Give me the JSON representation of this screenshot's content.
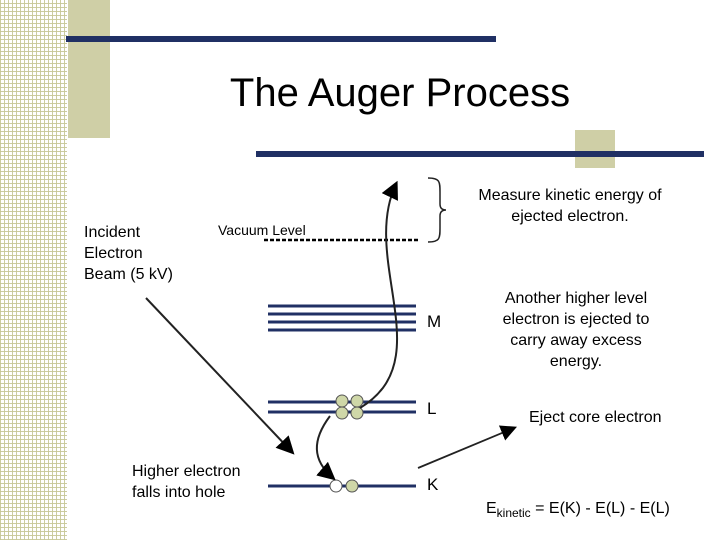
{
  "slide": {
    "title": "The Auger Process",
    "colors": {
      "bar": "#203064",
      "accent_block": "#cfcfa6",
      "grid": "#c6c696",
      "line": "#000000"
    }
  },
  "labels": {
    "incident_line1": "Incident",
    "incident_line2": "Electron",
    "incident_line3": "Beam (5 kV)",
    "vacuum_level": "Vacuum Level",
    "measure_line1": "Measure kinetic energy of",
    "measure_line2": "ejected electron.",
    "another_line1": "Another higher level",
    "another_line2": "electron is ejected to",
    "another_line3": "carry away excess",
    "another_line4": "energy.",
    "level_m": "M",
    "level_l": "L",
    "level_k": "K",
    "eject_core": "Eject core electron",
    "higher_line1": "Higher electron",
    "higher_line2": "falls into hole",
    "formula_e": "E",
    "formula_sub": "kinetic",
    "formula_rest": " = E(K) - E(L) - E(L)"
  }
}
